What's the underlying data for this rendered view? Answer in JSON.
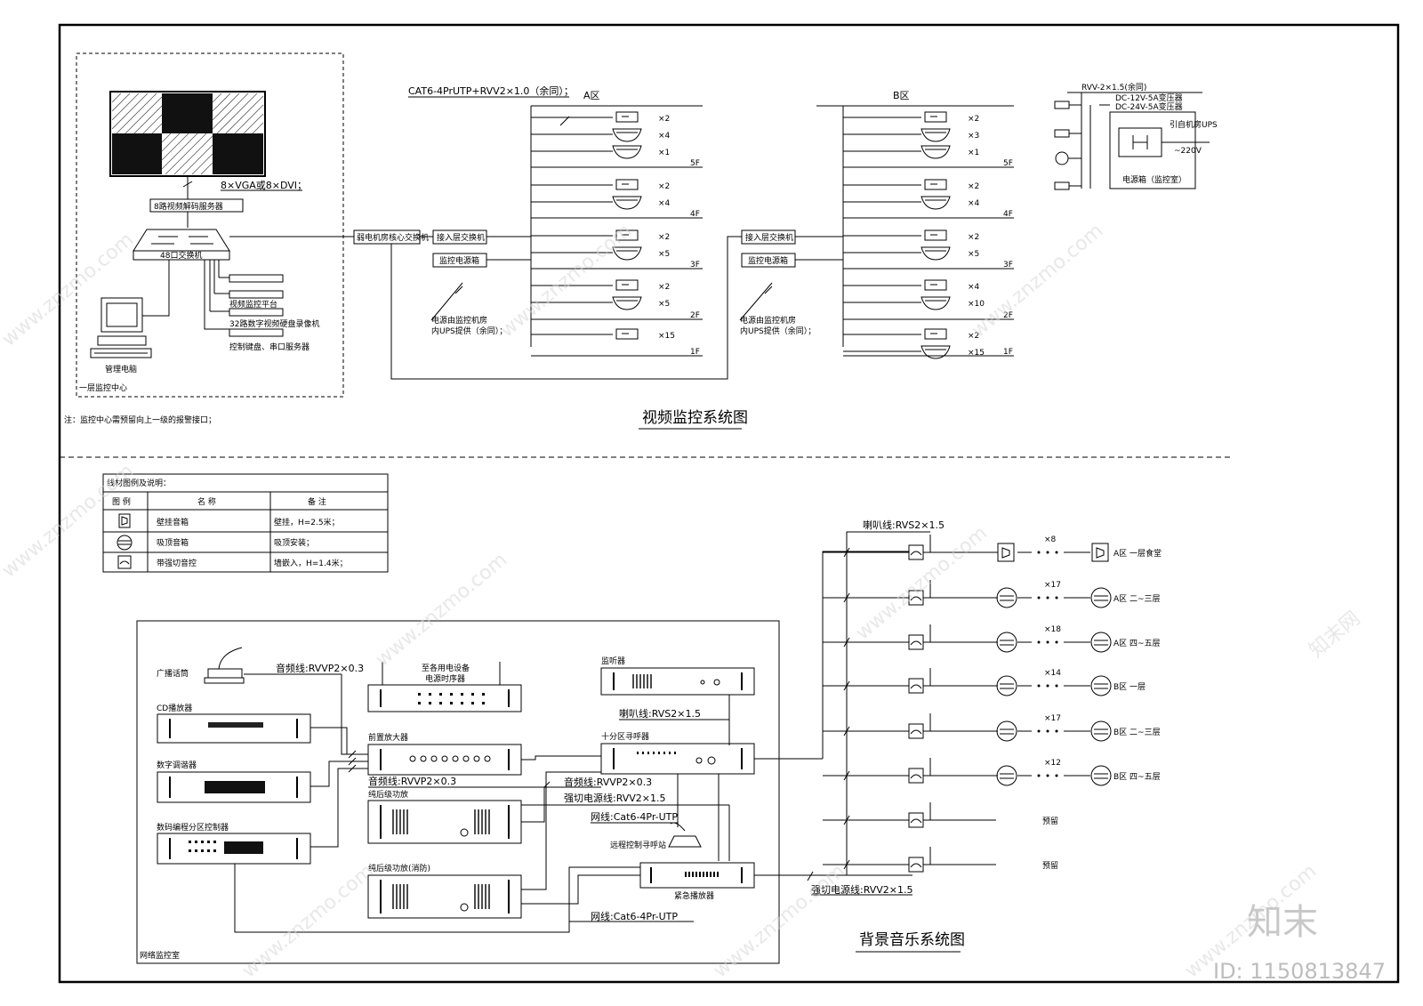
{
  "watermark": {
    "site": "www.znzmo.com",
    "brand_cn": "知末网",
    "logo": "知末",
    "id": "ID: 1150813847"
  },
  "video": {
    "title": "视频监控系统图",
    "note": "注：监控中心需预留向上一级的报警接口；",
    "cable_main": "CAT6-4PrUTP+RVV2×1.0（余同）；",
    "cable_vga": "8×VGA或8×DVI；",
    "decoder": "8路视频解码服务器",
    "switch48": "48口交换机",
    "platform": "视频监控平台",
    "nvr": "32路数字视频硬盘录像机",
    "keyboard": "控制键盘、串口服务器",
    "pc": "管理电脑",
    "center": "一层监控中心",
    "core_switch": "弱电机房核心交换机",
    "access_switch": "接入层交换机",
    "power_box": "监控电源箱",
    "ups_note_1": "电源由监控机房",
    "ups_note_2": "内UPS提供（余同）；",
    "zone_a": "A区",
    "zone_b": "B区",
    "floors": [
      "5F",
      "4F",
      "3F",
      "2F",
      "1F"
    ],
    "a_counts": [
      [
        "×2",
        "×4",
        "×1"
      ],
      [
        "×2",
        "×4"
      ],
      [
        "×2",
        "×5"
      ],
      [
        "×2",
        "×5"
      ],
      [
        "×15"
      ]
    ],
    "b_counts": [
      [
        "×2",
        "×3",
        "×1"
      ],
      [
        "×2",
        "×4"
      ],
      [
        "×2",
        "×5"
      ],
      [
        "×4",
        "×10"
      ],
      [
        "×2",
        "×15"
      ]
    ],
    "detail": {
      "cable": "RVV-2×1.5(余同)",
      "dc12": "DC-12V-5A变压器",
      "dc24": "DC-24V-5A变压器",
      "ups": "引自机房UPS",
      "ac": "~220V",
      "box": "电源箱（监控室）"
    }
  },
  "legend": {
    "caption": "线材图例及说明：",
    "headers": [
      "图 例",
      "名 称",
      "备 注"
    ],
    "rows": [
      [
        "壁挂音箱",
        "壁挂，H=2.5米；"
      ],
      [
        "吸顶音箱",
        "吸顶安装；"
      ],
      [
        "带强切音控",
        "墙嵌入，H=1.4米；"
      ]
    ]
  },
  "music": {
    "title": "背景音乐系统图",
    "room": "网络监控室",
    "mic": "广播话筒",
    "cd": "CD播放器",
    "tuner": "数字调谐器",
    "zone_ctrl": "数码编程分区控制器",
    "sequencer_1": "至各用电设备",
    "sequencer_2": "电源时序器",
    "preamp": "前置放大器",
    "amp": "纯后级功放",
    "amp_fire": "纯后级功放(消防)",
    "monitor": "监听器",
    "pager": "十分区寻呼器",
    "remote": "远程控制寻呼站",
    "mixer": "紧急播放器",
    "cable_audio": "音频线:RVVP2×0.3",
    "cable_audio2": "音频线:RVVP2×0.3",
    "cable_audio3": "音频线:RVVP2×0.3",
    "cable_speaker": "喇叭线:RVS2×1.5",
    "cable_speaker2": "喇叭线:RVS2×1.5",
    "cable_power": "强切电源线:RVV2×1.5",
    "cable_power2": "强切电源线:RVV2×1.5",
    "cable_net": "网线:Cat6-4Pr-UTP",
    "cable_net2": "网线:Cat6-4Pr-UTP",
    "branches": [
      {
        "count": "×8",
        "dest": "A区 一层食堂"
      },
      {
        "count": "×17",
        "dest": "A区 二~三层"
      },
      {
        "count": "×18",
        "dest": "A区 四~五层"
      },
      {
        "count": "×14",
        "dest": "B区 一层"
      },
      {
        "count": "×17",
        "dest": "B区 二~三层"
      },
      {
        "count": "×12",
        "dest": "B区 四~五层"
      }
    ],
    "reserved": [
      "预留",
      "预留"
    ]
  }
}
